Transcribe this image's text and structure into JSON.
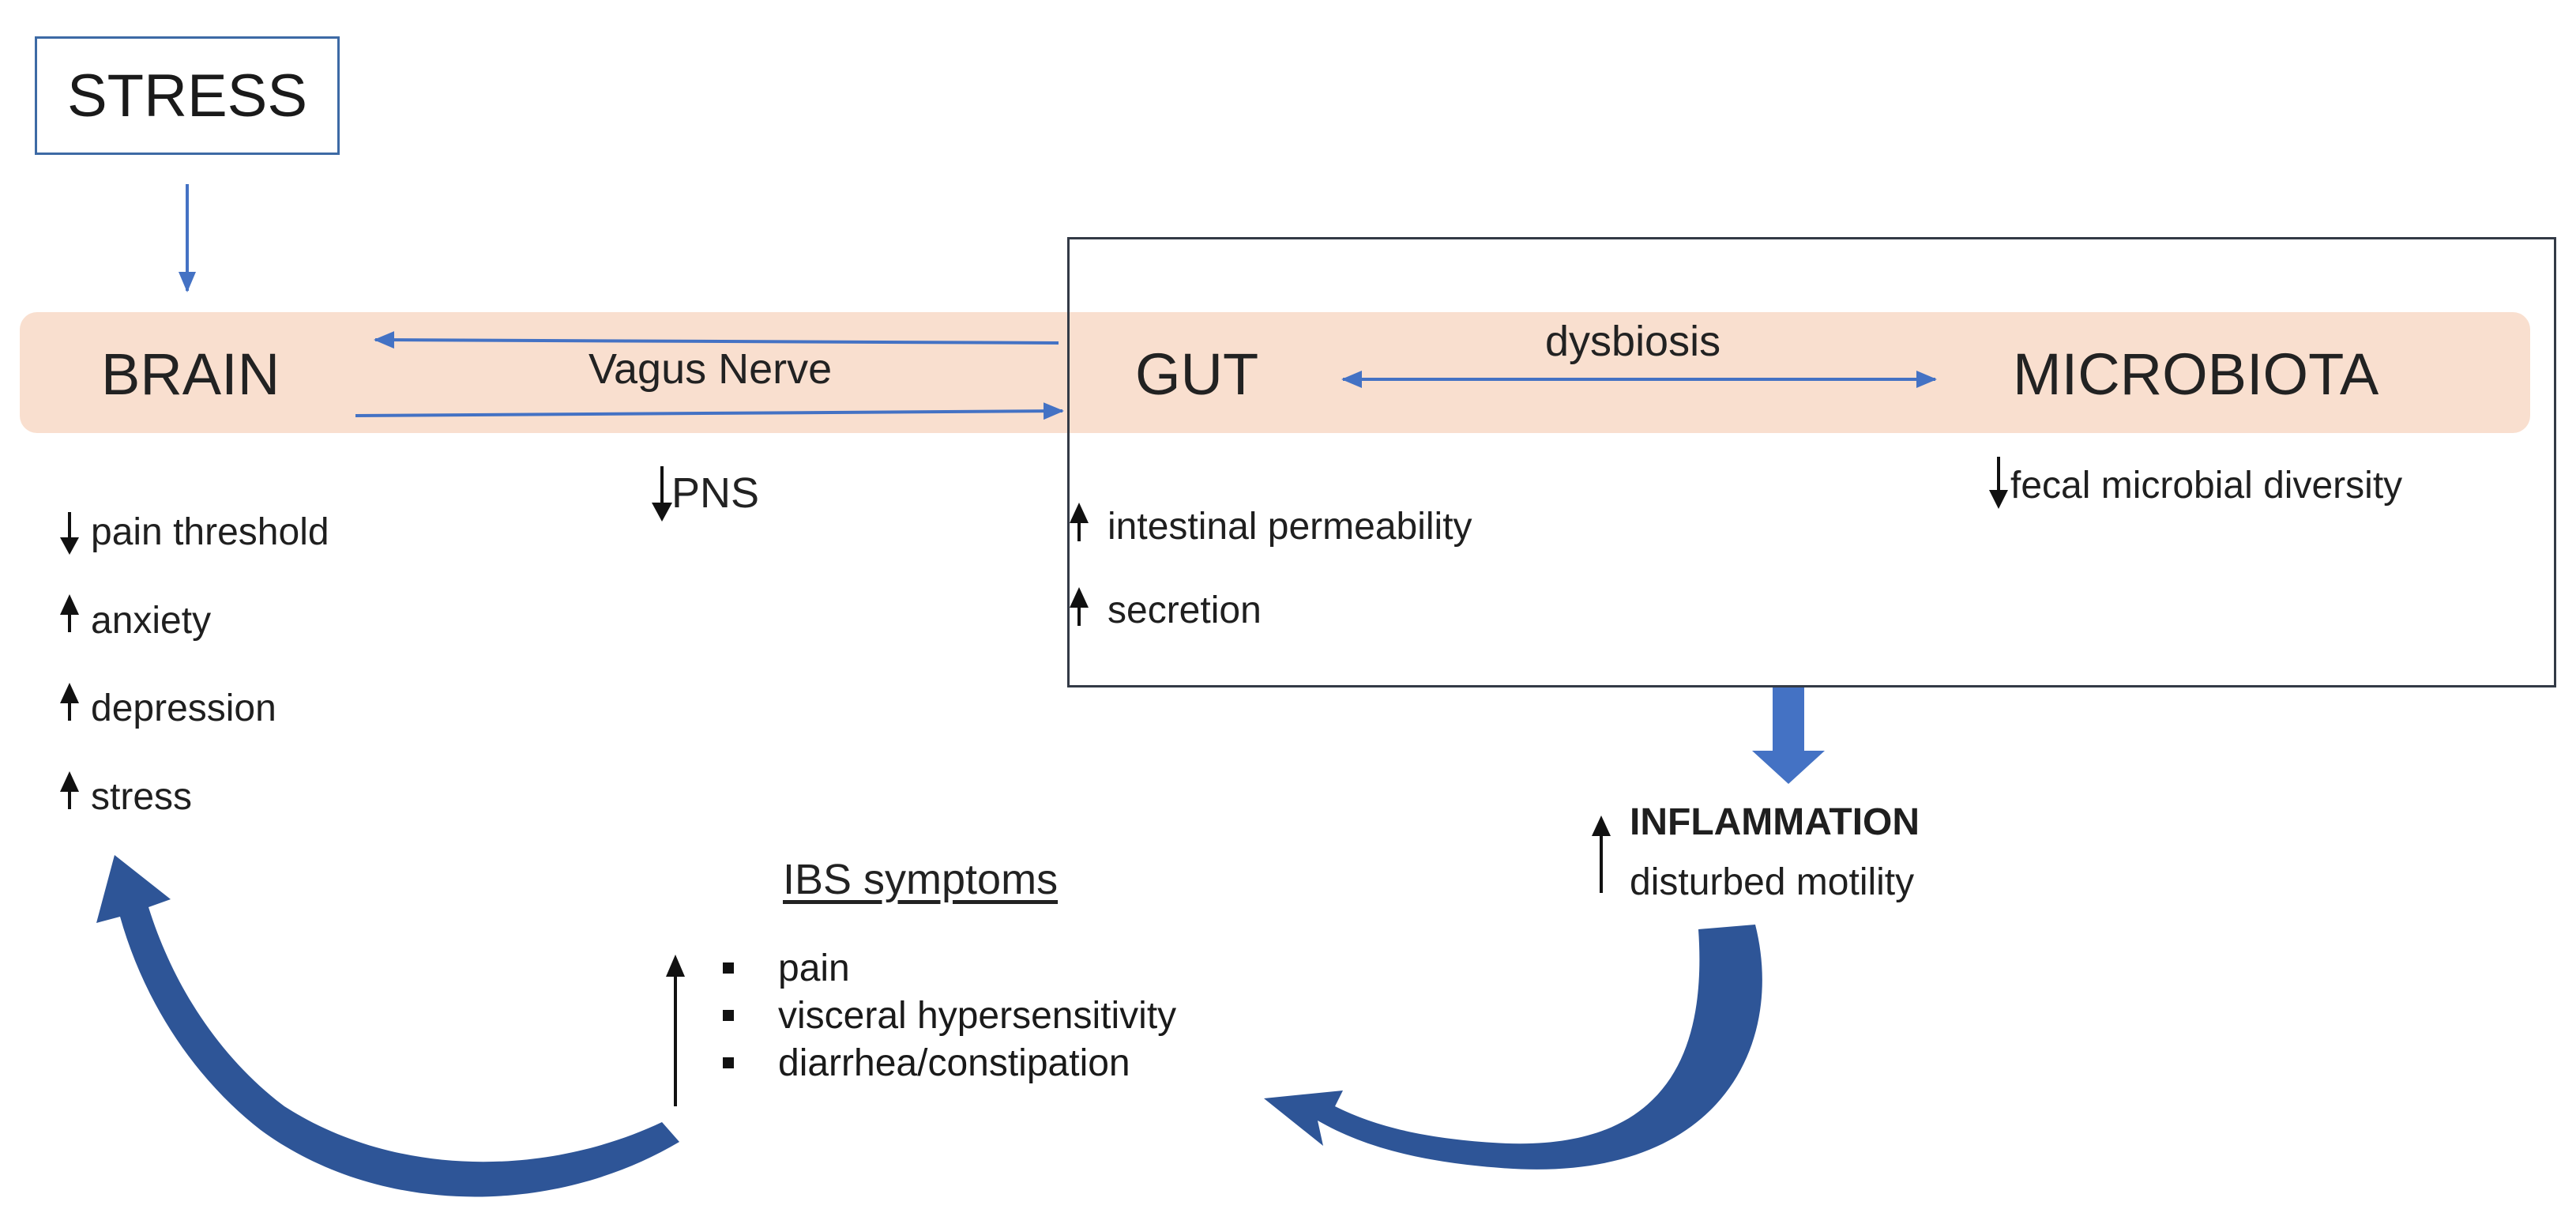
{
  "nodes": {
    "stress": "STRESS",
    "brain": "BRAIN",
    "gut": "GUT",
    "microbiota": "MICROBIOTA"
  },
  "edges": {
    "vagus_nerve": "Vagus Nerve",
    "dysbiosis": "dysbiosis"
  },
  "brain_effects": [
    {
      "dir": "down",
      "text": "pain threshold"
    },
    {
      "dir": "up",
      "text": "anxiety"
    },
    {
      "dir": "up",
      "text": "depression"
    },
    {
      "dir": "up",
      "text": "stress"
    }
  ],
  "pns": {
    "dir": "down",
    "text": "PNS"
  },
  "gut_effects": [
    {
      "dir": "up",
      "text": "intestinal permeability"
    },
    {
      "dir": "up",
      "text": "secretion"
    }
  ],
  "microbiota_effect": {
    "dir": "down",
    "text": "fecal microbial diversity"
  },
  "inflammation": {
    "title": "INFLAMMATION",
    "subtitle": "disturbed motility"
  },
  "ibs": {
    "title": "IBS symptoms",
    "items": [
      "pain",
      "visceral hypersensitivity",
      "diarrhea/constipation"
    ]
  },
  "colors": {
    "arrow_blue": "#4472c4",
    "curve_blue": "#2e5597",
    "band": "#f9dfcf",
    "box_border": "#333a46",
    "stress_border": "#3d6aa5"
  }
}
